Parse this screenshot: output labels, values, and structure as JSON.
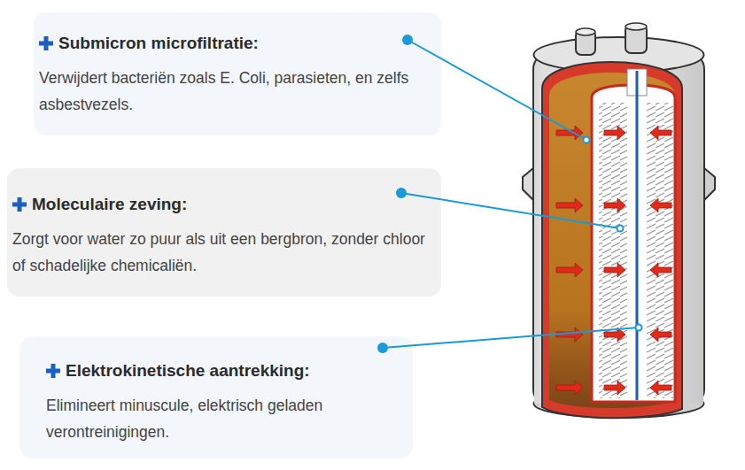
{
  "diagram": {
    "nodes": [
      {
        "text": [
          "Submicron microfiltratie:",
          "Verwijdert bacteriën zoals E. Coli, parasieten, en zelfs asbestvezels."
        ]
      },
      {
        "text": [
          "Moleculaire zeving:",
          "Zorgt voor water zo puur als uit een bergbron, zonder chloor of schadelijke chemicaliën."
        ]
      },
      {
        "text": [
          "Elektrokinetische aantrekking:",
          "Elimineert minuscule, elektrisch geladen verontreinigingen."
        ]
      }
    ]
  }
}
